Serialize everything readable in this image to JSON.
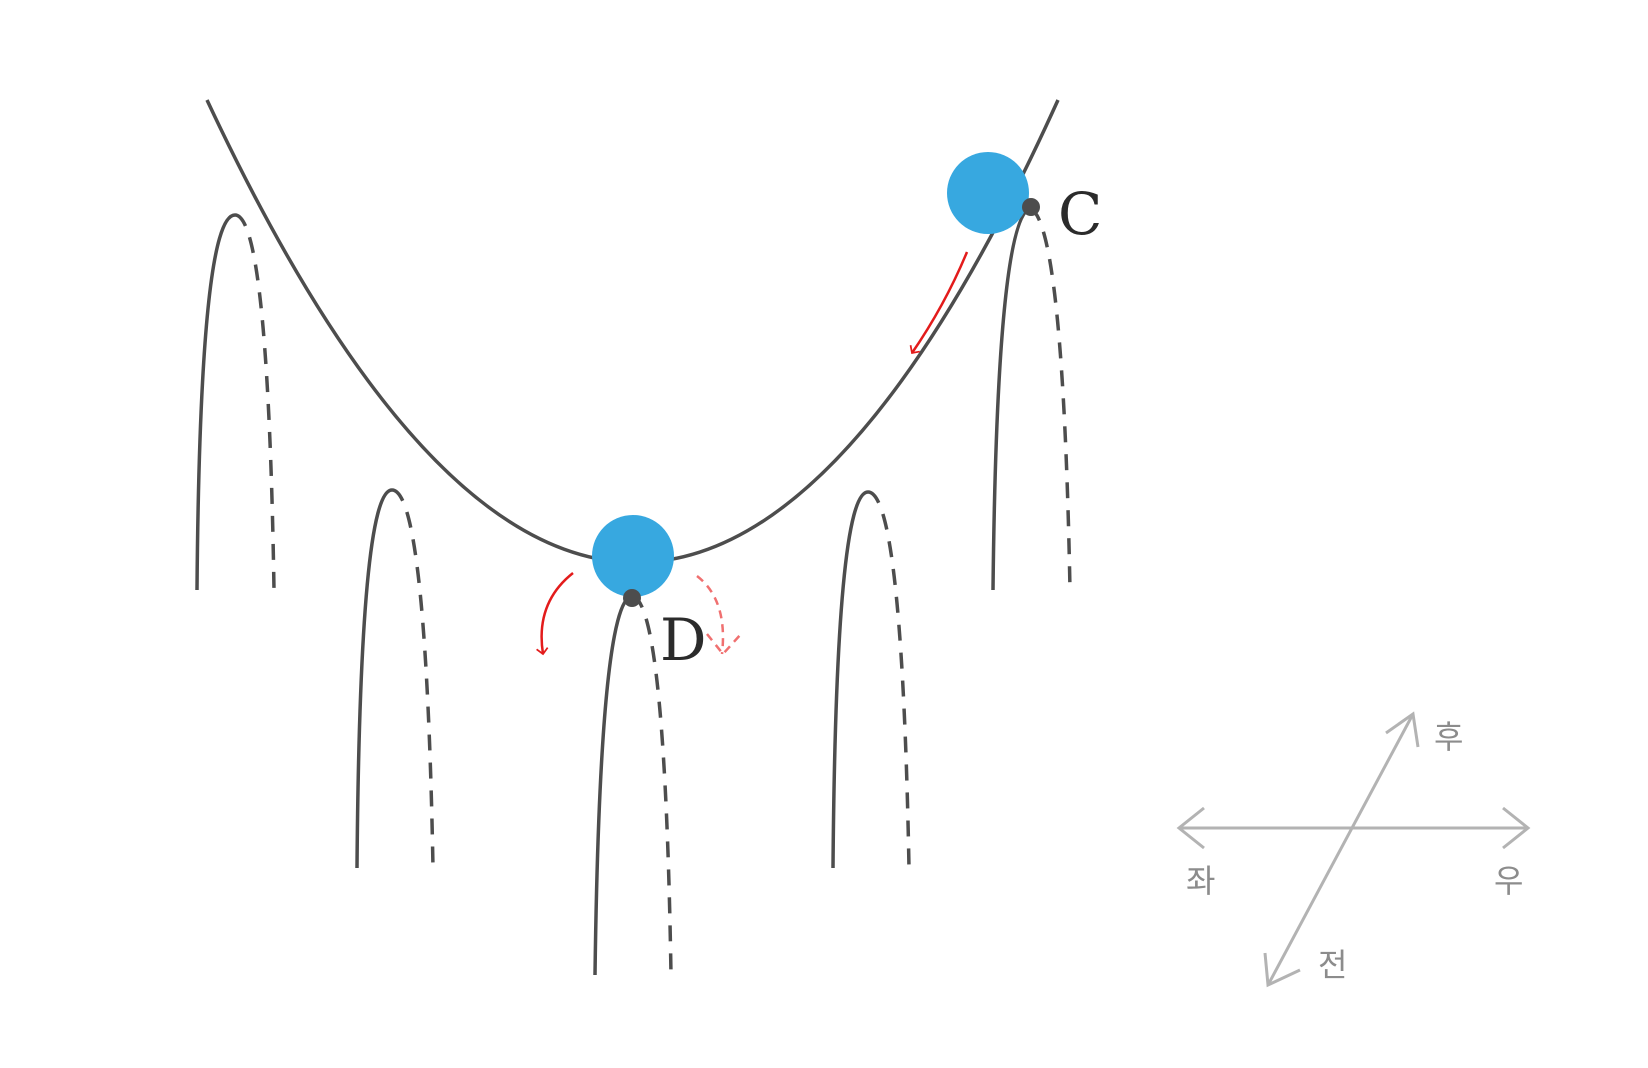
{
  "points": {
    "c": {
      "label": "C"
    },
    "d": {
      "label": "D"
    }
  },
  "directions": {
    "back": "후",
    "left": "좌",
    "right": "우",
    "front": "전"
  },
  "colors": {
    "line": "#4d4d4d",
    "ball": "#37a8e0",
    "arrow": "#e31b1b",
    "arrow_dashed": "#f07070",
    "compass": "#b3b3b3",
    "compass_text": "#8c8c8c"
  }
}
